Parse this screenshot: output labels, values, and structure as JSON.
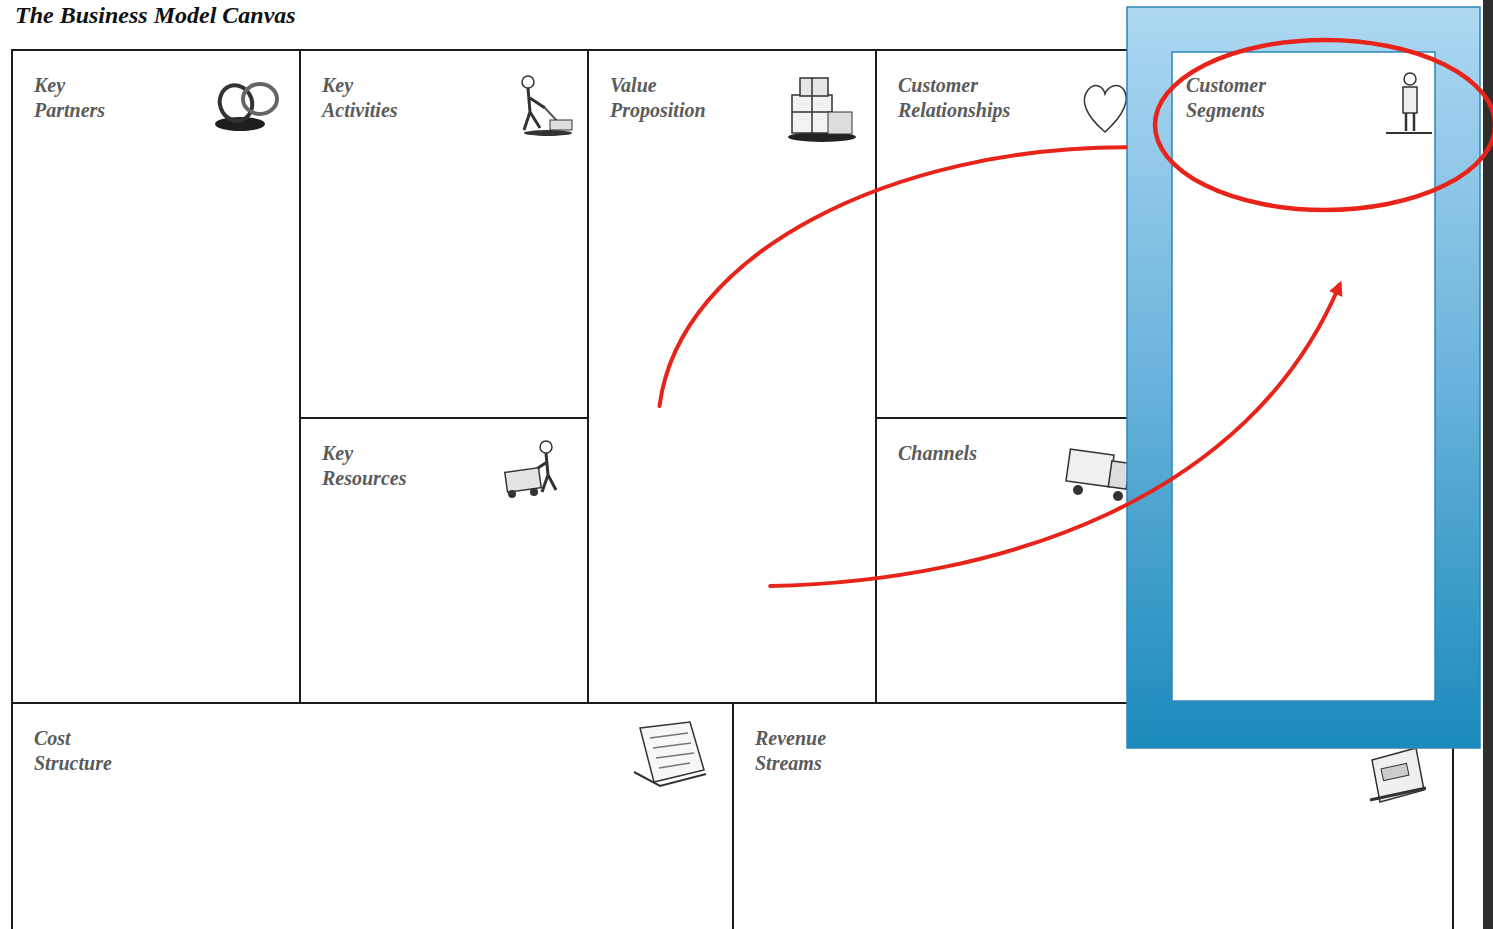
{
  "diagram": {
    "title": "The Business Model Canvas",
    "nodes": [
      {
        "text": [
          "Key Partners"
        ]
      },
      {
        "text": [
          "Key Activities"
        ]
      },
      {
        "text": [
          "Key Resources"
        ]
      },
      {
        "text": [
          "Value Proposition"
        ]
      },
      {
        "text": [
          "Customer Relationships"
        ]
      },
      {
        "text": [
          "Channels"
        ]
      },
      {
        "text": [
          "Customer Segments"
        ]
      },
      {
        "text": [
          "Cost Structure"
        ]
      },
      {
        "text": [
          "Revenue Streams"
        ]
      }
    ],
    "edges": [
      {
        "from": 3,
        "to": 6,
        "arrow": "none"
      },
      {
        "from": 3,
        "to": 6,
        "arrow": "to"
      }
    ]
  }
}
